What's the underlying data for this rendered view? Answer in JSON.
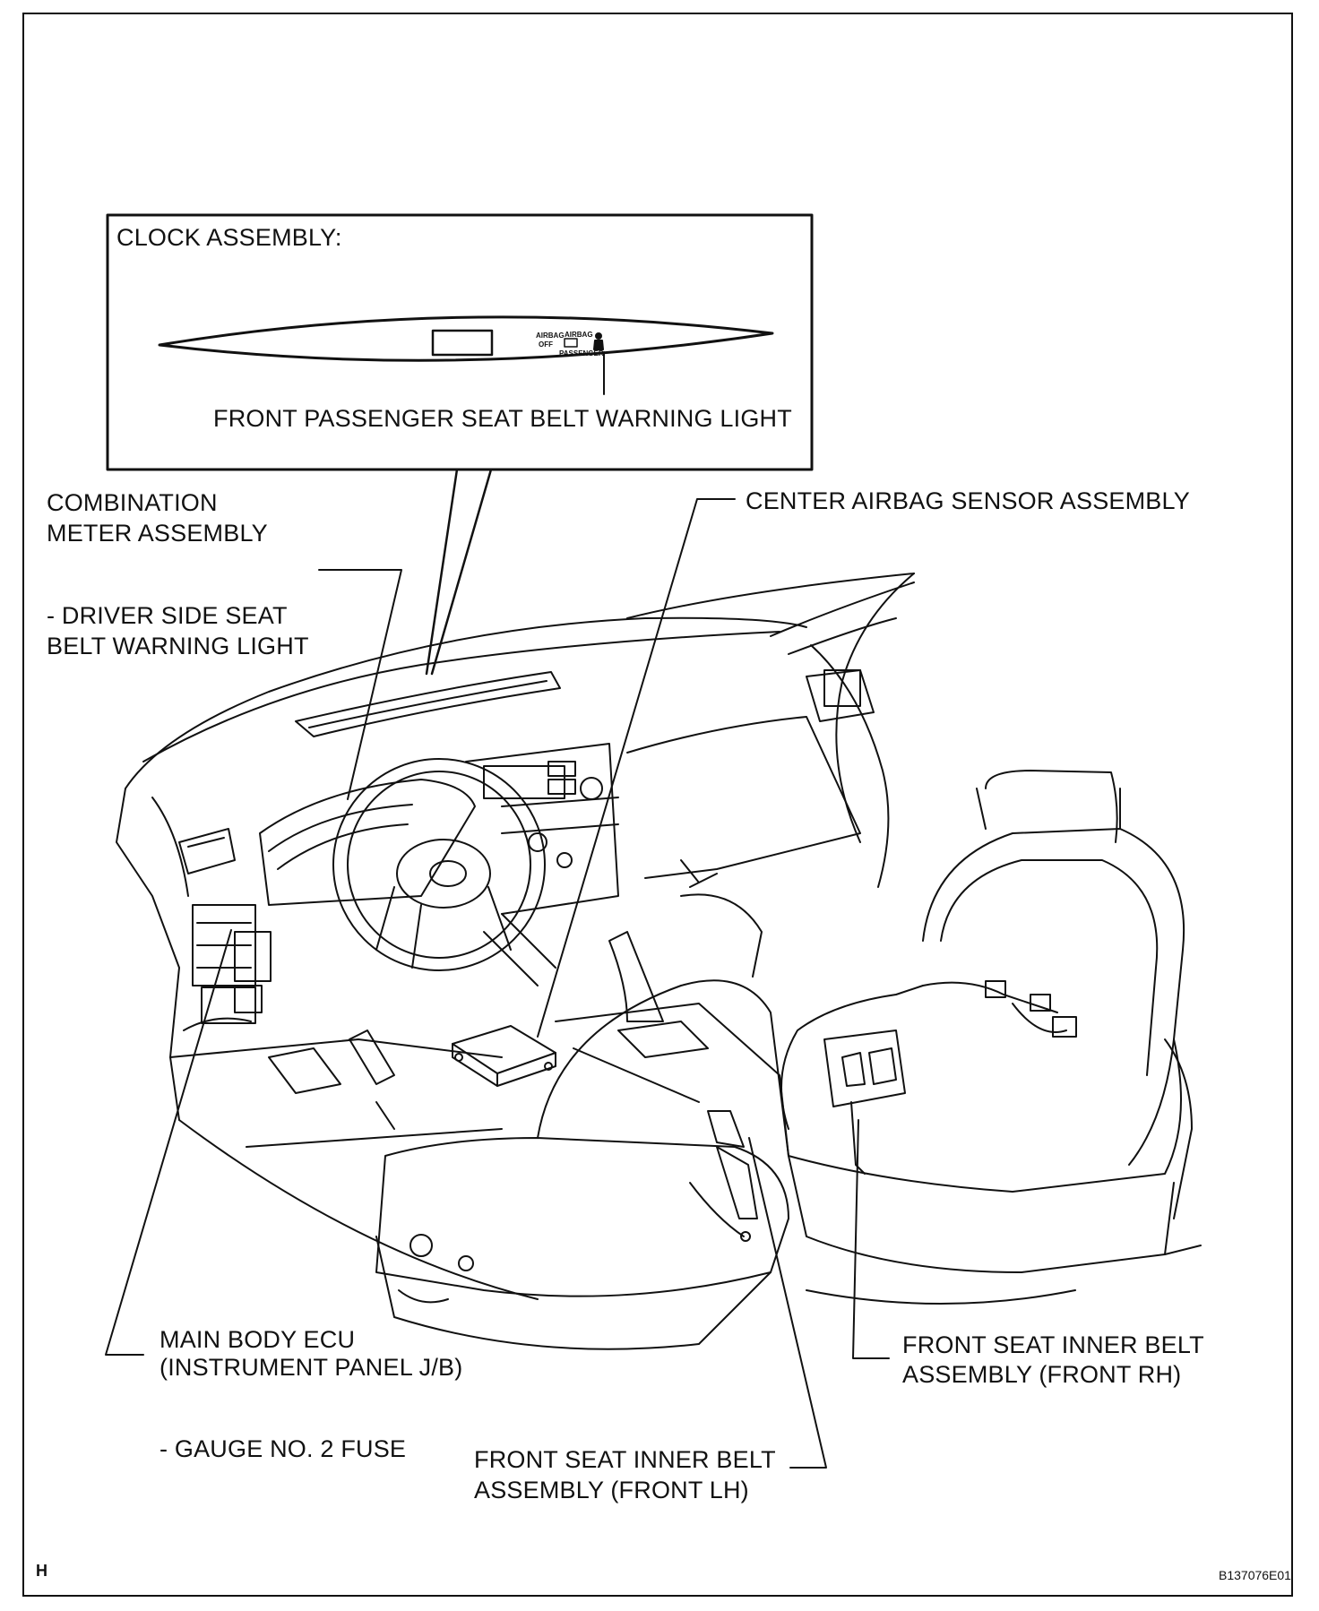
{
  "labels": {
    "clock_assembly": "CLOCK ASSEMBLY:",
    "front_passenger_warning": "FRONT PASSENGER SEAT BELT WARNING LIGHT",
    "combination_meter_line1": "COMBINATION",
    "combination_meter_line2": "METER ASSEMBLY",
    "driver_side_line1": "- DRIVER SIDE SEAT",
    "driver_side_line2": "BELT WARNING LIGHT",
    "center_airbag_sensor": "CENTER AIRBAG SENSOR ASSEMBLY",
    "main_body_ecu_line1": "MAIN BODY ECU",
    "main_body_ecu_line2": "(INSTRUMENT PANEL J/B)",
    "gauge_fuse": "- GAUGE NO. 2 FUSE",
    "inner_belt_rh_line1": "FRONT SEAT INNER BELT",
    "inner_belt_rh_line2": "ASSEMBLY (FRONT RH)",
    "inner_belt_lh_line1": "FRONT SEAT INNER BELT",
    "inner_belt_lh_line2": "ASSEMBLY (FRONT LH)",
    "corner_letter": "H",
    "figure_code": "B137076E01"
  },
  "clock_indicators": {
    "airbag_off_top": "AIRBAG",
    "airbag_off_bottom": "OFF",
    "airbag_on_top": "AIRBAG",
    "passenger": "PASSENGER"
  }
}
